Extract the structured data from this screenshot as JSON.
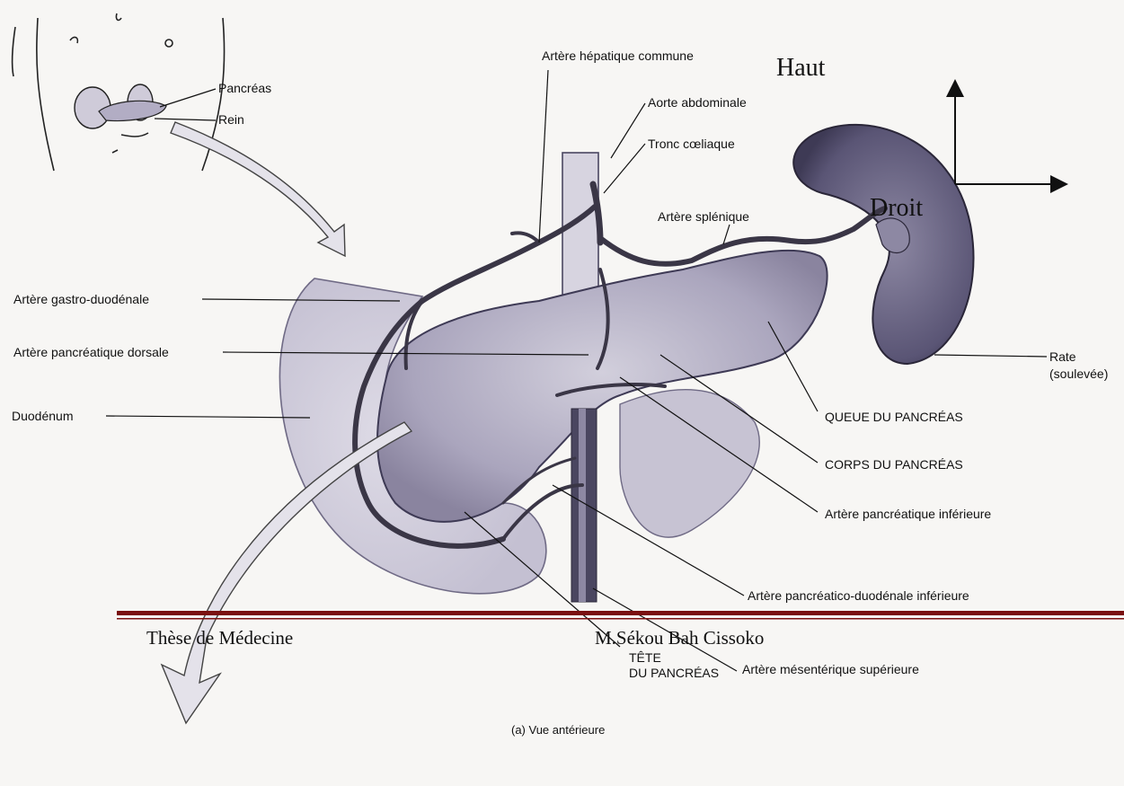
{
  "labels": {
    "pancreas_small": "Pancréas",
    "rein": "Rein",
    "hepatique_commune": "Artère hépatique commune",
    "aorte": "Aorte abdominale",
    "tronc": "Tronc cœliaque",
    "splenique": "Artère splénique",
    "gastro_duodenale": "Artère gastro-duodénale",
    "pancreatique_dorsale": "Artère pancréatique dorsale",
    "duodenum": "Duodénum",
    "rate": "Rate",
    "rate_note": "(soulevée)",
    "queue": "QUEUE DU PANCRÉAS",
    "corps": "CORPS DU PANCRÉAS",
    "pancreatique_inferieure": "Artère pancréatique inférieure",
    "pancreatico_duodenale": "Artère pancréatico-duodénale inférieure",
    "mesenterique": "Artère mésentérique supérieure",
    "tete_line1": "TÊTE",
    "tete_line2": "DU PANCRÉAS"
  },
  "orientation": {
    "up": "Haut",
    "right": "Droit"
  },
  "footer": {
    "left": "Thèse de Médecine",
    "right": "M.Sékou Bah Cissoko",
    "rule_color": "#7a1010"
  },
  "caption": "(a) Vue antérieure",
  "colors": {
    "ink": "#1a1a1a",
    "organ": "#b9b5c9",
    "organ_dark": "#6f6a85",
    "spleen": "#5a5575",
    "artery": "#3a3646",
    "arrow_fill": "#e4e2ea"
  }
}
